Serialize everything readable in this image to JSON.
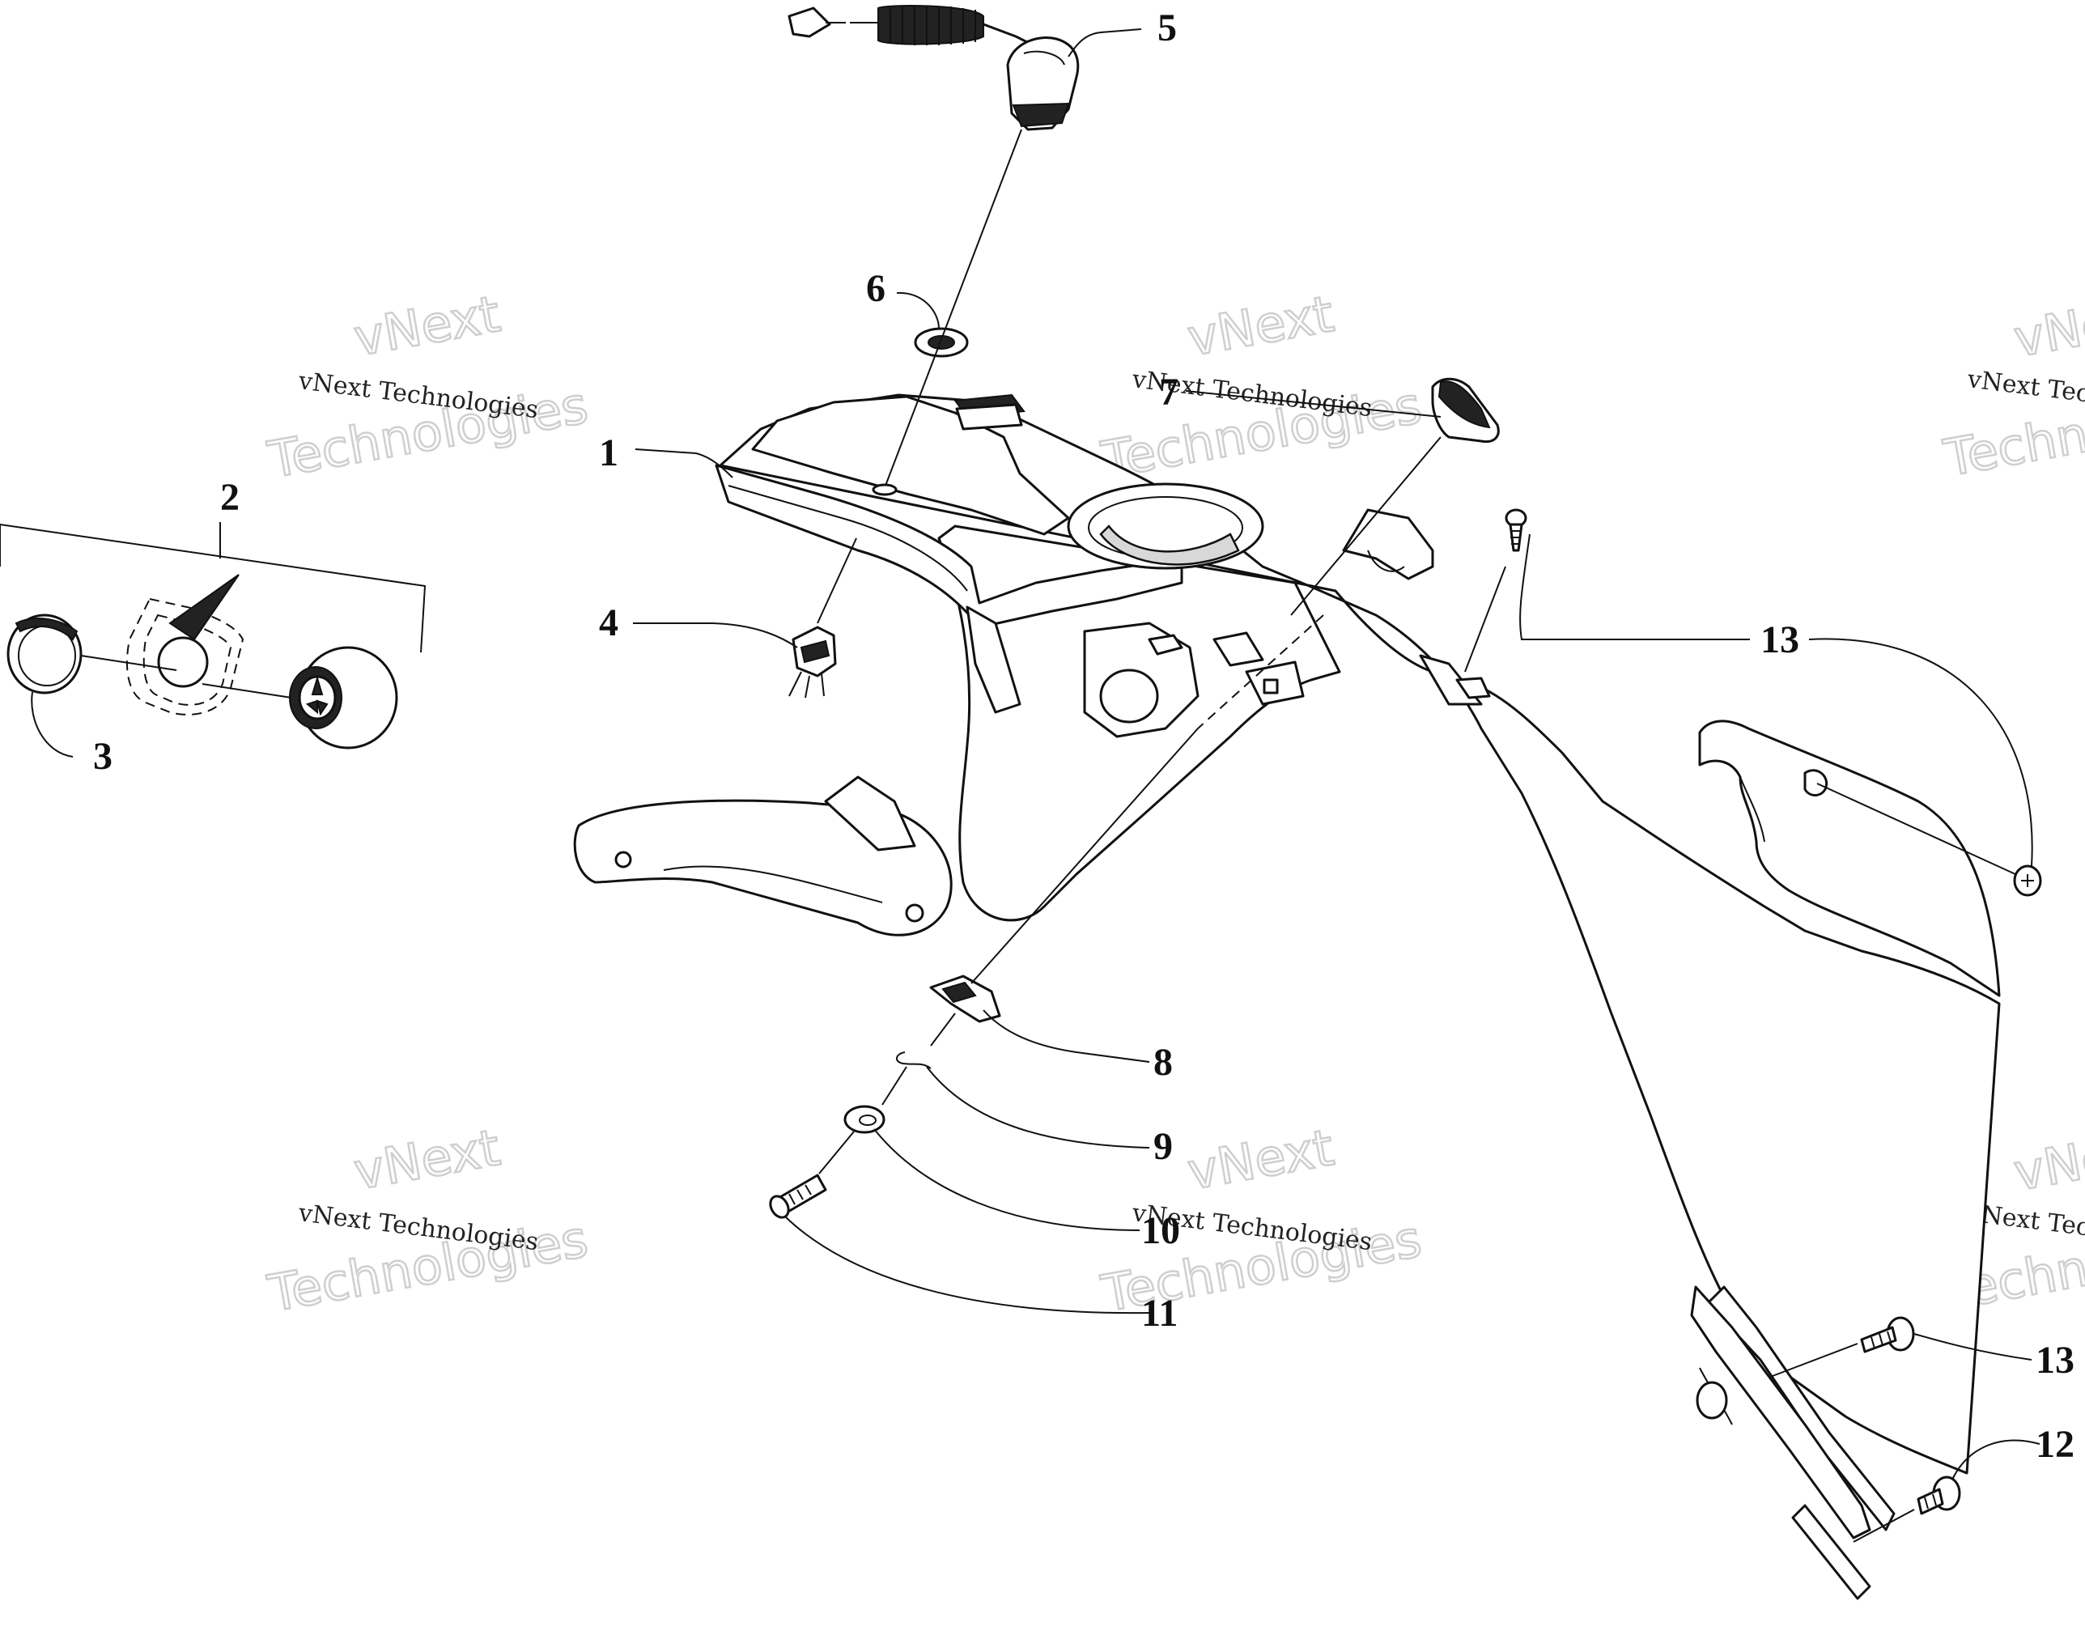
{
  "callouts": {
    "c1": "1",
    "c2": "2",
    "c3": "3",
    "c4": "4",
    "c5": "5",
    "c6": "6",
    "c7": "7",
    "c8": "8",
    "c9": "9",
    "c10": "10",
    "c11": "11",
    "c12": "12",
    "c13a": "13",
    "c13b": "13"
  },
  "watermark": {
    "line1": "vNext",
    "line2": "vNext Technologies",
    "line3": "Technologies"
  },
  "colors": {
    "line": "#111111",
    "watermark_outline": "#cfcfcf",
    "background": "#ffffff"
  }
}
